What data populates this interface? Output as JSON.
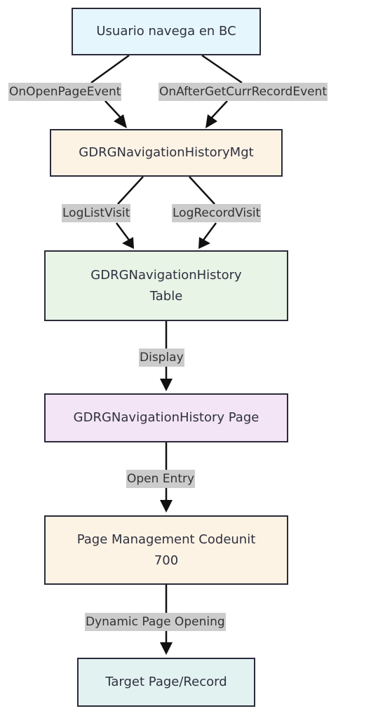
{
  "nodes": {
    "start": "Usuario navega en BC",
    "mgt": "GDRGNavigationHistoryMgt",
    "table": "GDRGNavigationHistory\nTable",
    "page": "GDRGNavigationHistory Page",
    "codeunit": "Page Management Codeunit\n700",
    "target": "Target Page/Record"
  },
  "edges": {
    "open_page_event": "OnOpenPageEvent",
    "after_get_record_event": "OnAfterGetCurrRecordEvent",
    "log_list_visit": "LogListVisit",
    "log_record_visit": "LogRecordVisit",
    "display": "Display",
    "open_entry": "Open Entry",
    "dynamic_page_opening": "Dynamic Page Opening"
  },
  "colors": {
    "start_fill": "#e6f6fd",
    "mgt_fill": "#fdf3e4",
    "table_fill": "#e8f4e6",
    "page_fill": "#f3e5f5",
    "codeunit_fill": "#fdf3e4",
    "target_fill": "#e2f2f1",
    "border": "#2b2b3a",
    "edge_label_bg": "#cccccc"
  }
}
